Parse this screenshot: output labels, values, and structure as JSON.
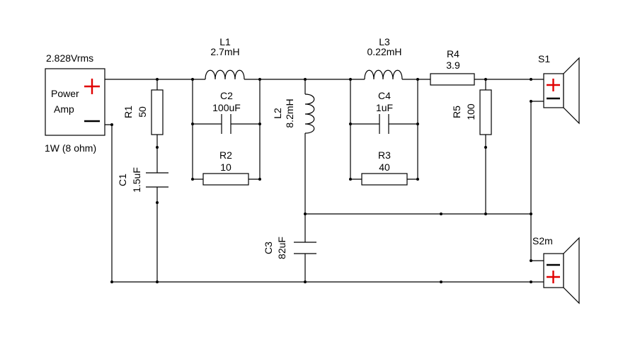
{
  "amp": {
    "voltage": "2.828Vrms",
    "label_line1": "Power",
    "label_line2": "Amp",
    "power": "1W (8 ohm)"
  },
  "components": {
    "L1": {
      "name": "L1",
      "value": "2.7mH"
    },
    "C2": {
      "name": "C2",
      "value": "100uF"
    },
    "R2": {
      "name": "R2",
      "value": "10"
    },
    "L3": {
      "name": "L3",
      "value": "0.22mH"
    },
    "C4": {
      "name": "C4",
      "value": "1uF"
    },
    "R3": {
      "name": "R3",
      "value": "40"
    },
    "R4": {
      "name": "R4",
      "value": "3.9"
    },
    "R5": {
      "name": "R5",
      "value": "100"
    },
    "R1": {
      "name": "R1",
      "value": "50"
    },
    "C1": {
      "name": "C1",
      "value": "1.5uF"
    },
    "L2": {
      "name": "L2",
      "value": "8.2mH"
    },
    "C3": {
      "name": "C3",
      "value": "82uF"
    }
  },
  "speakers": {
    "S1": {
      "name": "S1"
    },
    "S2": {
      "name": "S2m"
    }
  }
}
